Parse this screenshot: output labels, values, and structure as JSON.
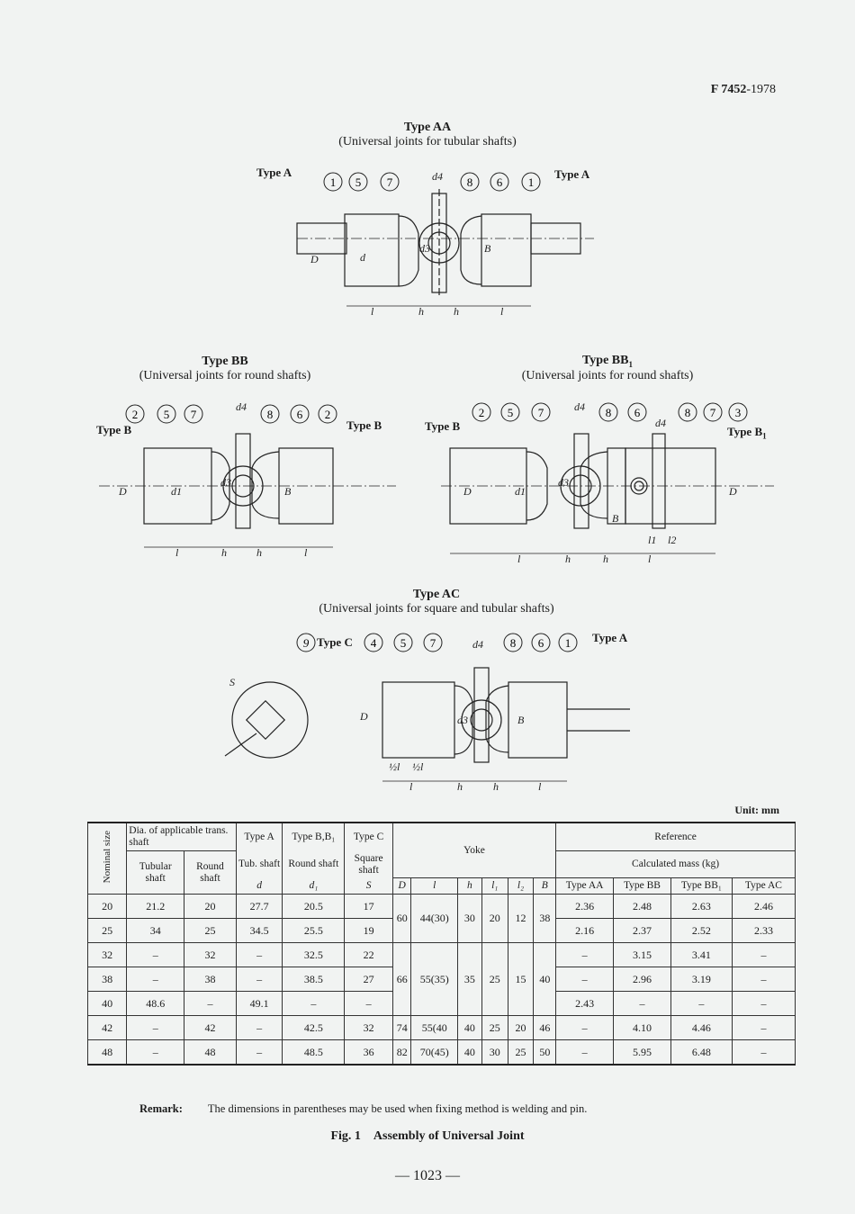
{
  "header": {
    "doc_id_bold": "F 7452",
    "doc_id_year": "-1978"
  },
  "figures": {
    "aa": {
      "title": "Type AA",
      "subtitle": "(Universal joints for tubular shafts)",
      "left_label": "Type A",
      "right_label": "Type A",
      "balloons": [
        "1",
        "5",
        "7",
        "8",
        "6",
        "1"
      ],
      "dims": {
        "D": "D",
        "d": "d",
        "d3": "d3",
        "d4": "d4",
        "B": "B",
        "l": "l",
        "h": "h"
      }
    },
    "bb": {
      "title": "Type BB",
      "subtitle": "(Universal joints for round shafts)",
      "left_label": "Type B",
      "right_label": "Type B",
      "balloons": [
        "2",
        "5",
        "7",
        "8",
        "6",
        "2"
      ],
      "dims": {
        "D": "D",
        "d1": "d1",
        "d3": "d3",
        "d4": "d4",
        "B": "B",
        "l": "l",
        "h": "h"
      }
    },
    "bb1": {
      "title": "Type BB",
      "title_sub": "1",
      "subtitle": "(Universal joints for round shafts)",
      "left_label": "Type B",
      "right_label": "Type B",
      "right_label_sub": "1",
      "balloons": [
        "2",
        "5",
        "7",
        "8",
        "6",
        "8",
        "7",
        "3"
      ],
      "dims": {
        "D": "D",
        "d1": "d1",
        "d3": "d3",
        "d4": "d4",
        "B": "B",
        "l": "l",
        "h": "h",
        "l1": "l1",
        "l2": "l2"
      }
    },
    "ac": {
      "title": "Type AC",
      "subtitle": "(Universal joints for square and tubular shafts)",
      "left_label": "Type C",
      "right_label": "Type A",
      "balloons": [
        "9",
        "4",
        "5",
        "7",
        "8",
        "6",
        "1"
      ],
      "dims": {
        "D": "D",
        "d3": "d3",
        "d4": "d4",
        "B": "B",
        "S": "S",
        "l": "l",
        "h": "h",
        "half_l": "½l"
      }
    }
  },
  "table": {
    "unit": "Unit:  mm",
    "headers": {
      "nominal": "Nominal size",
      "dia_group": "Dia. of applicable trans. shaft",
      "tubular": "Tubular shaft",
      "round": "Round shaft",
      "typeA": "Type A",
      "typeB": "Type B,B₁",
      "typeC": "Type C",
      "tub_shaft": "Tub. shaft",
      "round_shaft": "Round shaft",
      "square_shaft": "Square shaft",
      "d": "d",
      "d1": "d₁",
      "S": "S",
      "yoke": "Yoke",
      "D": "D",
      "l": "l",
      "h": "h",
      "l1": "l₁",
      "l2": "l₂",
      "B": "B",
      "reference": "Reference",
      "calc_mass": "Calculated mass (kg)",
      "aa": "Type AA",
      "bb": "Type BB",
      "bb1": "Type BB₁",
      "ac": "Type AC"
    },
    "rows": [
      {
        "size": "20",
        "tub": "21.2",
        "round": "20",
        "d": "27.7",
        "d1": "20.5",
        "S": "17",
        "aa": "2.36",
        "bb": "2.48",
        "bb1": "2.63",
        "ac": "2.46"
      },
      {
        "size": "25",
        "tub": "34",
        "round": "25",
        "d": "34.5",
        "d1": "25.5",
        "S": "19",
        "aa": "2.16",
        "bb": "2.37",
        "bb1": "2.52",
        "ac": "2.33"
      },
      {
        "size": "32",
        "tub": "–",
        "round": "32",
        "d": "–",
        "d1": "32.5",
        "S": "22",
        "aa": "–",
        "bb": "3.15",
        "bb1": "3.41",
        "ac": "–"
      },
      {
        "size": "38",
        "tub": "–",
        "round": "38",
        "d": "–",
        "d1": "38.5",
        "S": "27",
        "aa": "–",
        "bb": "2.96",
        "bb1": "3.19",
        "ac": "–"
      },
      {
        "size": "40",
        "tub": "48.6",
        "round": "–",
        "d": "49.1",
        "d1": "–",
        "S": "–",
        "aa": "2.43",
        "bb": "–",
        "bb1": "–",
        "ac": "–"
      },
      {
        "size": "42",
        "tub": "–",
        "round": "42",
        "d": "–",
        "d1": "42.5",
        "S": "32",
        "aa": "–",
        "bb": "4.10",
        "bb1": "4.46",
        "ac": "–"
      },
      {
        "size": "48",
        "tub": "–",
        "round": "48",
        "d": "–",
        "d1": "48.5",
        "S": "36",
        "aa": "–",
        "bb": "5.95",
        "bb1": "6.48",
        "ac": "–"
      }
    ],
    "yoke_groups": [
      {
        "D": "60",
        "l": "44(30)",
        "h": "30",
        "l1": "20",
        "l2": "12",
        "B": "38"
      },
      {
        "D": "66",
        "l": "55(35)",
        "h": "35",
        "l1": "25",
        "l2": "15",
        "B": "40"
      },
      {
        "D": "74",
        "l": "55(40",
        "h": "40",
        "l1": "25",
        "l2": "20",
        "B": "46"
      },
      {
        "D": "82",
        "l": "70(45)",
        "h": "40",
        "l1": "30",
        "l2": "25",
        "B": "50"
      }
    ]
  },
  "remark": {
    "label": "Remark:",
    "text": "The dimensions in parentheses may be used when fixing method is welding and pin."
  },
  "figure_caption": {
    "number": "Fig. 1",
    "title": "Assembly of Universal Joint"
  },
  "page_number": "— 1023 —"
}
